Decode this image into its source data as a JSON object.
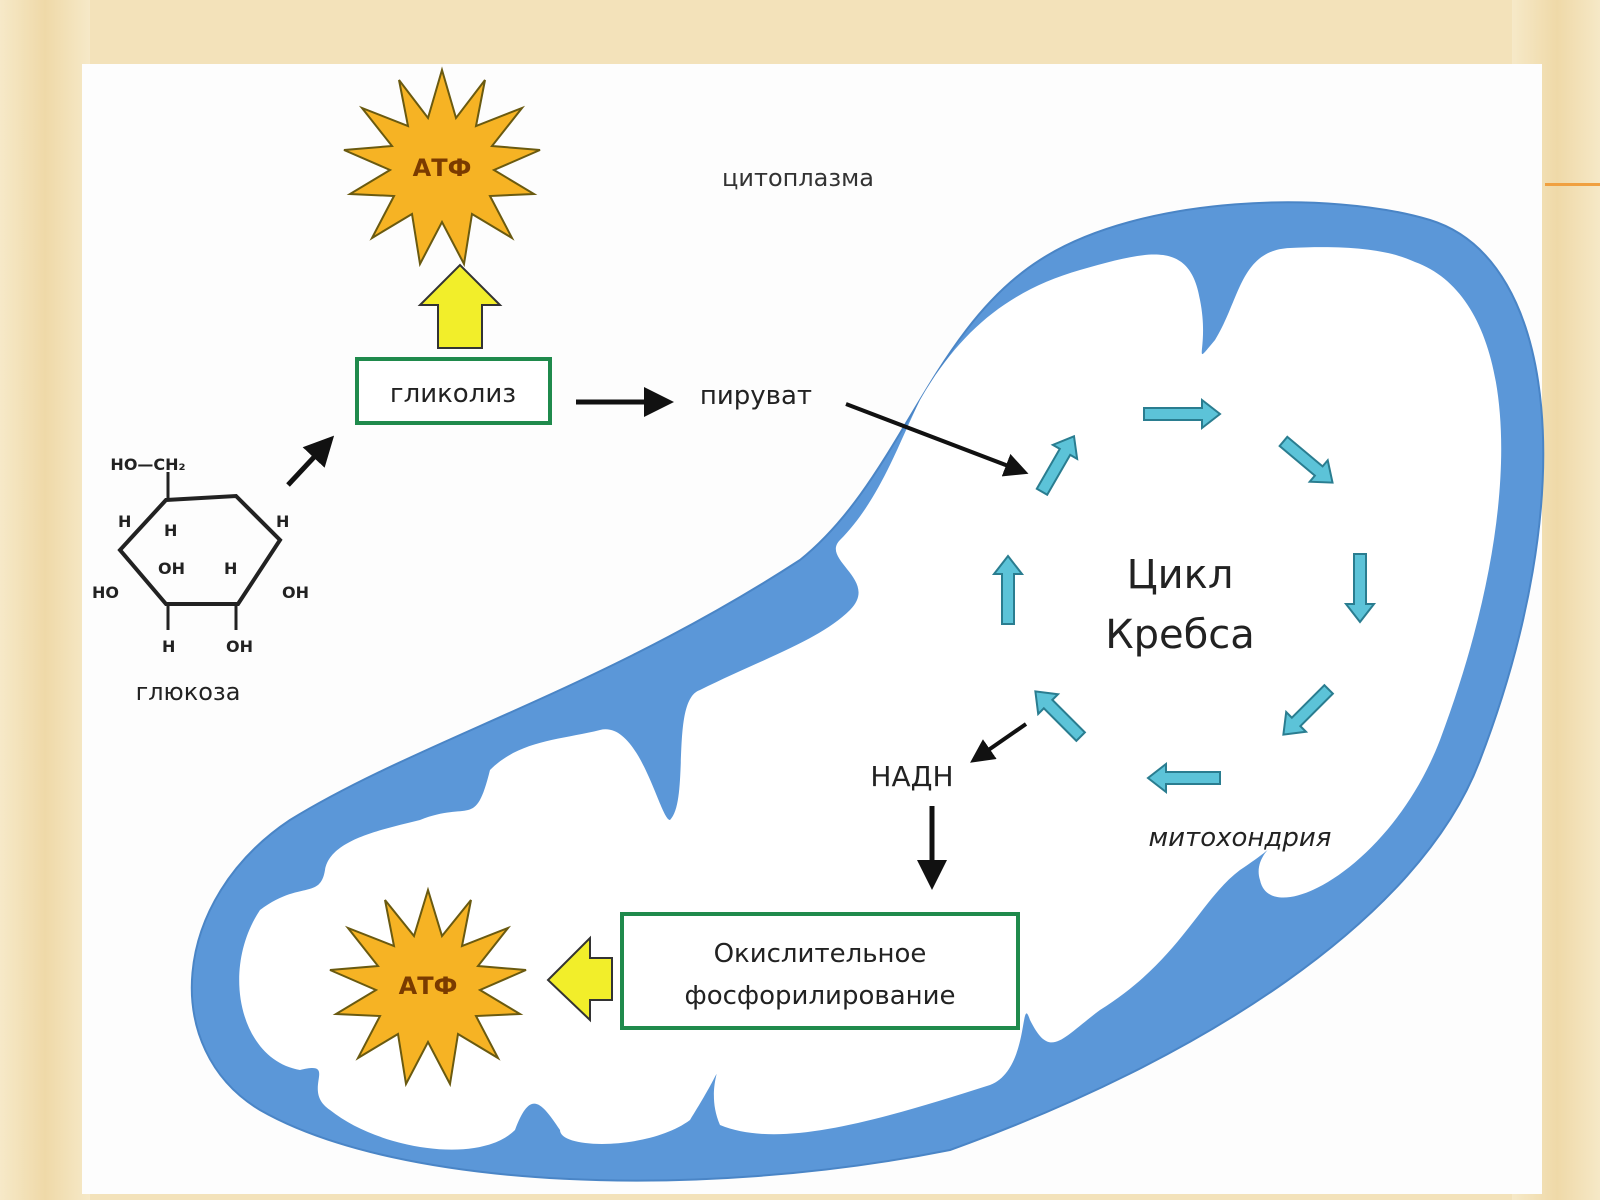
{
  "labels": {
    "cytoplasm": "цитоплазма",
    "glycolysis": "гликолиз",
    "pyruvate": "пируват",
    "krebs_line1": "Цикл",
    "krebs_line2": "Кребса",
    "nadh": "НАДН",
    "mitochondria": "митохондрия",
    "oxphos_line1": "Окислительное",
    "oxphos_line2": "фосфорилирование",
    "atp_top": "АТФ",
    "atp_bottom": "АТФ",
    "glucose": "глюкоза"
  },
  "glucose_structure": {
    "ch2oh": "HO—CH₂",
    "atoms": [
      "H",
      "H",
      "H",
      "OH",
      "H",
      "HO",
      "OH",
      "H",
      "OH"
    ]
  },
  "colors": {
    "membrane": "#5b97d8",
    "box_border": "#1f8a4c",
    "burst_fill": "#f6b324",
    "burst_stroke": "#6a5a10",
    "yellow_arrow": "#f2ee2a",
    "cycle_arrow": "#5cc3d8"
  }
}
